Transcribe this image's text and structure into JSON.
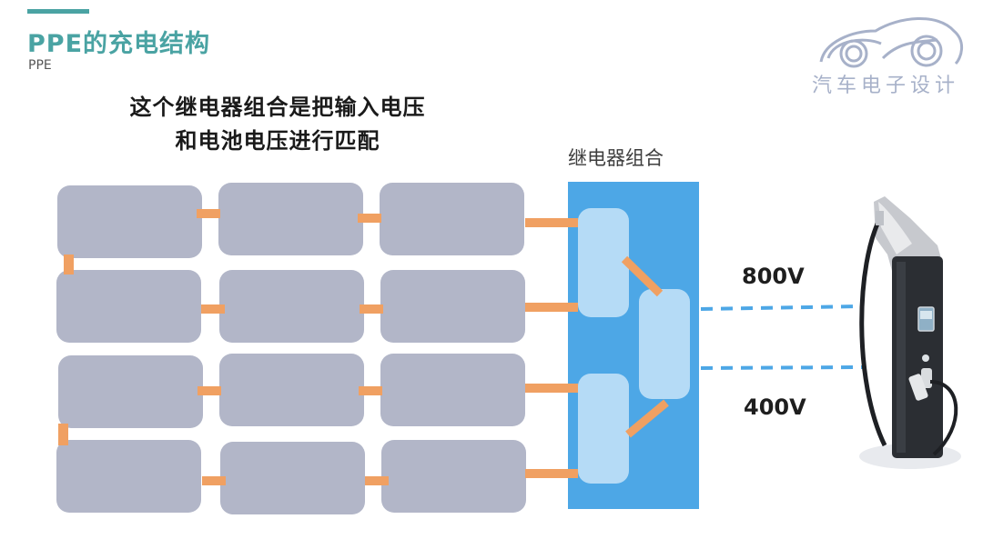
{
  "header": {
    "title": "PPE的充电结构",
    "subtitle": "PPE"
  },
  "headline": {
    "line1": "这个继电器组合是把输入电压",
    "line2": "和电池电压进行匹配"
  },
  "relay": {
    "label": "继电器组合"
  },
  "voltages": {
    "high": "800V",
    "low": "400V"
  },
  "logo": {
    "text": "汽车电子设计"
  },
  "colors": {
    "accent": "#4aa3a3",
    "battery": "#b2b6c8",
    "connector": "#f0a062",
    "relay_box": "#4da7e6",
    "relay_switch": "#b5dbf6",
    "dash": "#4da7e6",
    "logo": "#a7b1c9"
  },
  "icons": {
    "charger": "ev-charger-icon",
    "logo": "car-outline-logo-icon"
  }
}
